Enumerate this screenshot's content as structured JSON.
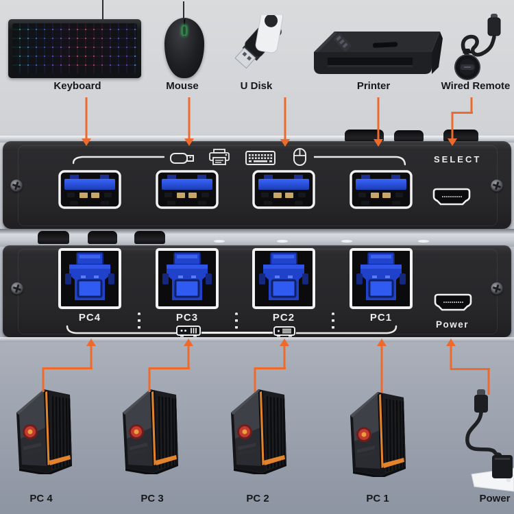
{
  "peripherals": [
    {
      "label": "Keyboard"
    },
    {
      "label": "Mouse"
    },
    {
      "label": "U Disk"
    },
    {
      "label": "Printer"
    },
    {
      "label": "Wired Remote"
    }
  ],
  "front_panel": {
    "select_label": "SELECT",
    "usb_a_port_count": 4,
    "icons": [
      "usb-plug-icon",
      "printer-icon",
      "keyboard-icon",
      "mouse-icon"
    ]
  },
  "rear_panel": {
    "pc_port_labels": [
      "PC4",
      "PC3",
      "PC2",
      "PC1"
    ],
    "power_label": "Power",
    "icons": [
      "pc-tower-horizontal-icon",
      "pc-tower-list-icon"
    ]
  },
  "computers": [
    {
      "label": "PC 4"
    },
    {
      "label": "PC 3"
    },
    {
      "label": "PC 2"
    },
    {
      "label": "PC 1"
    }
  ],
  "power_source": {
    "label": "Power"
  },
  "colors": {
    "accent_orange": "#ED6A2C",
    "usb_blue": "#2A52DF",
    "panel_dark": "#28282B",
    "silver_edge": "#C9CDD3",
    "background_top": "#DADBDD",
    "background_bottom": "#8D94A2"
  }
}
